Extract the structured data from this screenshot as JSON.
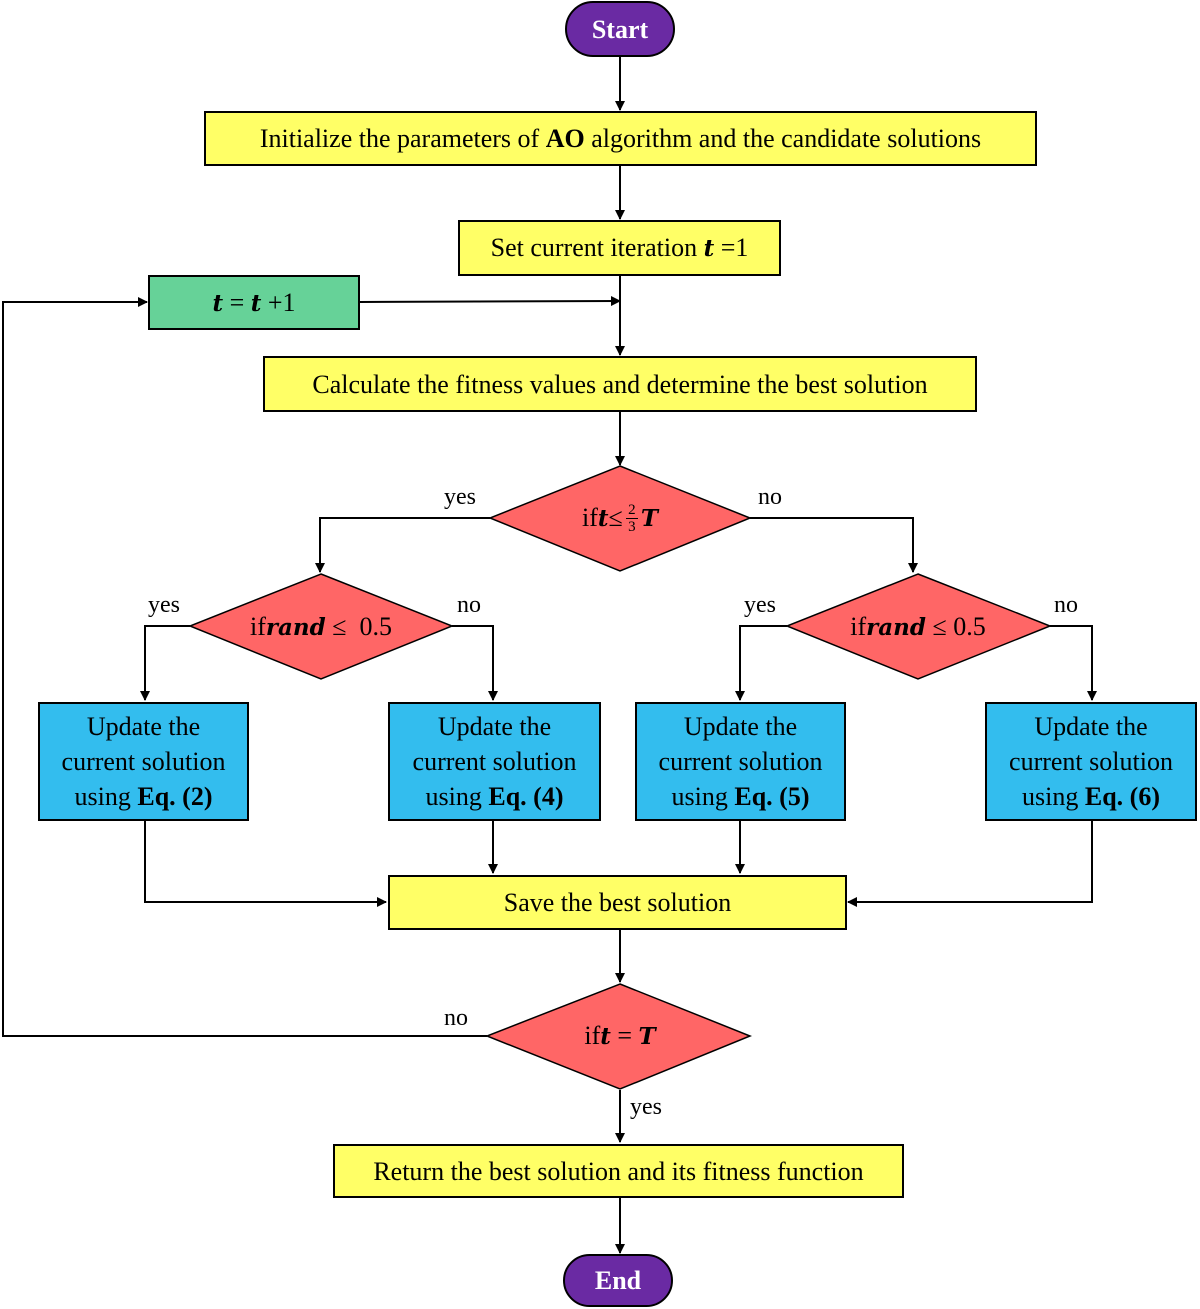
{
  "start": "Start",
  "end": "End",
  "init": {
    "pre": "Initialize the parameters of ",
    "bold": "AO",
    "post": " algorithm and the candidate solutions"
  },
  "set_iter": {
    "pre": "Set current iteration ",
    "var": "t",
    "post": " =1"
  },
  "increment": {
    "lhs": "t",
    "eq": " = ",
    "rhs": "t",
    "post": " +1"
  },
  "calc": "Calculate the fitness values and determine the best solution",
  "decision1": {
    "pre": "if ",
    "var": "t",
    "op": " ≤ ",
    "num": "2",
    "den": "3",
    "var2": "T"
  },
  "decision2": {
    "pre": "if ",
    "var": "rand",
    "post": " ≤  0.5"
  },
  "decision3": {
    "pre": "if ",
    "var": "rand",
    "post": " ≤ 0.5"
  },
  "decision4": {
    "pre": "if ",
    "var": "t",
    "op": " = ",
    "var2": "T"
  },
  "updates": [
    {
      "line1": "Update the",
      "line2": "current solution",
      "line3_pre": "using ",
      "eq": "Eq. (2)"
    },
    {
      "line1": "Update the",
      "line2": "current solution",
      "line3_pre": "using ",
      "eq": "Eq. (4)"
    },
    {
      "line1": "Update the",
      "line2": "current solution",
      "line3_pre": "using ",
      "eq": "Eq. (5)"
    },
    {
      "line1": "Update the",
      "line2": "current solution",
      "line3_pre": "using ",
      "eq": "Eq. (6)"
    }
  ],
  "save": "Save the best solution",
  "return": "Return the best solution and its fitness function",
  "labels": {
    "yes": "yes",
    "no": "no"
  },
  "colors": {
    "process": "#ffff66",
    "increment": "#66d298",
    "update": "#33bdee",
    "decision": "#ff6666",
    "terminal": "#6a2aa3"
  }
}
